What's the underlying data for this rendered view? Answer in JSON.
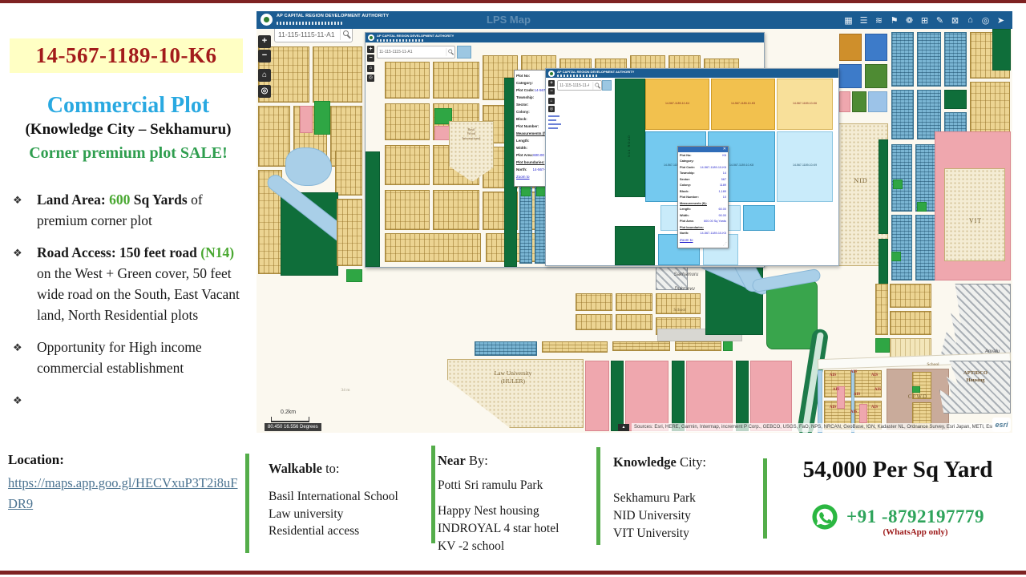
{
  "page": {
    "accent_green": "#4aa832",
    "bar_color": "#7e2222"
  },
  "flyer": {
    "plot_id": "14-567-1189-10-K6",
    "title": "Commercial Plot",
    "subtitle": "(Knowledge City – Sekhamuru)",
    "tagline": "Corner premium plot SALE!",
    "bullet_marker": "❖",
    "bullets": [
      {
        "runs": [
          {
            "t": "Land Area: ",
            "s": "b"
          },
          {
            "t": "600",
            "s": "g"
          },
          {
            "t": " Sq Yards ",
            "s": "b"
          },
          {
            "t": "of premium corner plot",
            "s": "n"
          }
        ]
      },
      {
        "runs": [
          {
            "t": "Road Access: 150 feet road ",
            "s": "b"
          },
          {
            "t": "(N14)",
            "s": "g"
          },
          {
            "t": " on the West + Green cover, 50 feet wide road on the South, East Vacant land, North Residential plots",
            "s": "n"
          }
        ]
      },
      {
        "runs": [
          {
            "t": "Opportunity for High income commercial establishment",
            "s": "n"
          }
        ]
      },
      {
        "runs": []
      }
    ]
  },
  "footer": {
    "location_label": "Location:",
    "location_link": "https://maps.app.goo.gl/HECVxuP3T2i8uFDR9",
    "columns": [
      {
        "head_bold": "Walkable",
        "head_rest": " to:",
        "items": [
          "Basil International School",
          "Law university",
          "Residential access"
        ]
      },
      {
        "head_bold": "Near",
        "head_rest": " By:",
        "items": [
          "Potti Sri ramulu Park",
          "Happy Nest housing",
          "INDROYAL 4 star hotel",
          "KV -2 school"
        ]
      },
      {
        "head_bold": "Knowledge",
        "head_rest": " City:",
        "items": [
          "Sekhamuru Park",
          "NID University",
          "VIT University"
        ]
      }
    ],
    "price": "54,000 Per Sq Yard",
    "phone": "+91 -8792197779",
    "phone_note": "(WhatsApp only)",
    "whatsapp_color": "#2bb741"
  },
  "map": {
    "agency": "AP CAPITAL REGION DEVELOPMENT AUTHORITY",
    "watermark": "LPS Map",
    "search_value": "11-115-1115-11-A1",
    "zoom_in": "+",
    "zoom_out": "−",
    "home_glyph": "⌂",
    "locate_glyph": "◎",
    "toolbar": [
      {
        "name": "basemap-grid-icon",
        "glyph": "▦"
      },
      {
        "name": "legend-list-icon",
        "glyph": "☰"
      },
      {
        "name": "layers-icon",
        "glyph": "≋"
      },
      {
        "name": "bookmark-flag-icon",
        "glyph": "⚑"
      },
      {
        "name": "draw-icon",
        "glyph": "❁"
      },
      {
        "name": "extent-icon",
        "glyph": "⊞"
      },
      {
        "name": "measure-pencil-icon",
        "glyph": "✎"
      },
      {
        "name": "print-icon",
        "glyph": "⊠"
      },
      {
        "name": "basemap-gallery-icon",
        "glyph": "⌂"
      },
      {
        "name": "query-icon",
        "glyph": "◎"
      },
      {
        "name": "share-icon",
        "glyph": "➤"
      }
    ],
    "scale_label": "0.2km",
    "coordinates": "80.450 16.556 Degrees",
    "attribution": "Sources: Esri, HERE, Garmin, Intermap, increment P Corp., GEBCO, USGS, FaO, NPS, NRCAN, GeoBase, IGN, Kadaster NL, Ordnance Survey, Esri Japan, METI, Esri China (Hong Kong), (c) Open...",
    "attribution_toggle": "▲",
    "esri_logo": "esri",
    "place_labels": {
      "nid": "NID",
      "vit": "VIT",
      "law": "Law University",
      "law2": "(HULER)",
      "cpwd": "CPWD",
      "aptidco1": "APTIDCO",
      "aptidco2": "Housing",
      "school1": "School",
      "school2": "School",
      "anvalu": "Anvalu",
      "sakhamuru": "Sakhamuru",
      "dukmevu": "Dukmevu",
      "m34": "34 m",
      "ais": "AIS",
      "n14": "N14 ROAD",
      "basil1": "Basil",
      "basil2": "Wood",
      "basil3": "International"
    },
    "popup": {
      "rows": [
        {
          "l": "Plot No:",
          "v": "K6"
        },
        {
          "l": "Category:",
          "v": ""
        },
        {
          "l": "Plot Code:",
          "v": "14-567-1189-10-K6"
        },
        {
          "l": "Township:",
          "v": "14"
        },
        {
          "l": "Sector:",
          "v": "567"
        },
        {
          "l": "Colony:",
          "v": "1189"
        },
        {
          "l": "Block:",
          "v": "1,189"
        },
        {
          "l": "Plot Number:",
          "v": "10"
        },
        {
          "l": "Measurements (ft):",
          "v": "",
          "u": 1
        },
        {
          "l": "Length:",
          "v": "60.00"
        },
        {
          "l": "Width:",
          "v": "90.00"
        },
        {
          "l": "Plot Area:",
          "v": "600.00 Sq Yards"
        },
        {
          "l": "Plot boundaries:",
          "v": "",
          "u": 1
        },
        {
          "l": "North:",
          "v": "14-567-1189-10-K5"
        }
      ],
      "zoom_to": "Zoom to",
      "close": "✕"
    },
    "inset_plot_labels": [
      "14-567-1189-10-K4",
      "14-567-1189-10-K5",
      "14-567-1189-10-K6",
      "14-567-1189-10-K7",
      "14-567-1189-10-K8",
      "14-567-1189-10-K9"
    ]
  }
}
